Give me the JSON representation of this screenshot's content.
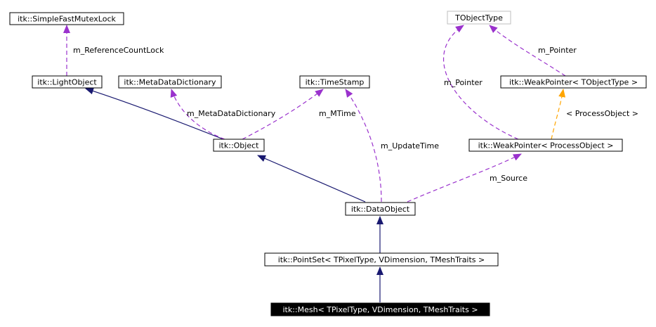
{
  "colors": {
    "inheritance": "#191970",
    "usage": "#9a32cd",
    "template": "#ffa500",
    "node_border": "#000000",
    "undocumented_border": "#bfbfbf",
    "focus_fill": "#000000",
    "focus_text": "#ffffff"
  },
  "nodes": {
    "simple_fast_mutex_lock": "itk::SimpleFastMutexLock",
    "light_object": "itk::LightObject",
    "meta_data_dictionary": "itk::MetaDataDictionary",
    "time_stamp": "itk::TimeStamp",
    "tobject_type": "TObjectType",
    "weak_pointer_tobject": "itk::WeakPointer< TObjectType >",
    "object": "itk::Object",
    "weak_pointer_process": "itk::WeakPointer< ProcessObject >",
    "data_object": "itk::DataObject",
    "point_set": "itk::PointSet< TPixelType, VDimension, TMeshTraits >",
    "mesh": "itk::Mesh< TPixelType, VDimension, TMeshTraits >"
  },
  "edge_labels": {
    "reference_count_lock": "m_ReferenceCountLock",
    "meta_data_dictionary": "m_MetaDataDictionary",
    "mtime": "m_MTime",
    "update_time": "m_UpdateTime",
    "pointer_top": "m_Pointer",
    "pointer_left": "m_Pointer",
    "process_object_template": "< ProcessObject >",
    "source": "m_Source"
  }
}
